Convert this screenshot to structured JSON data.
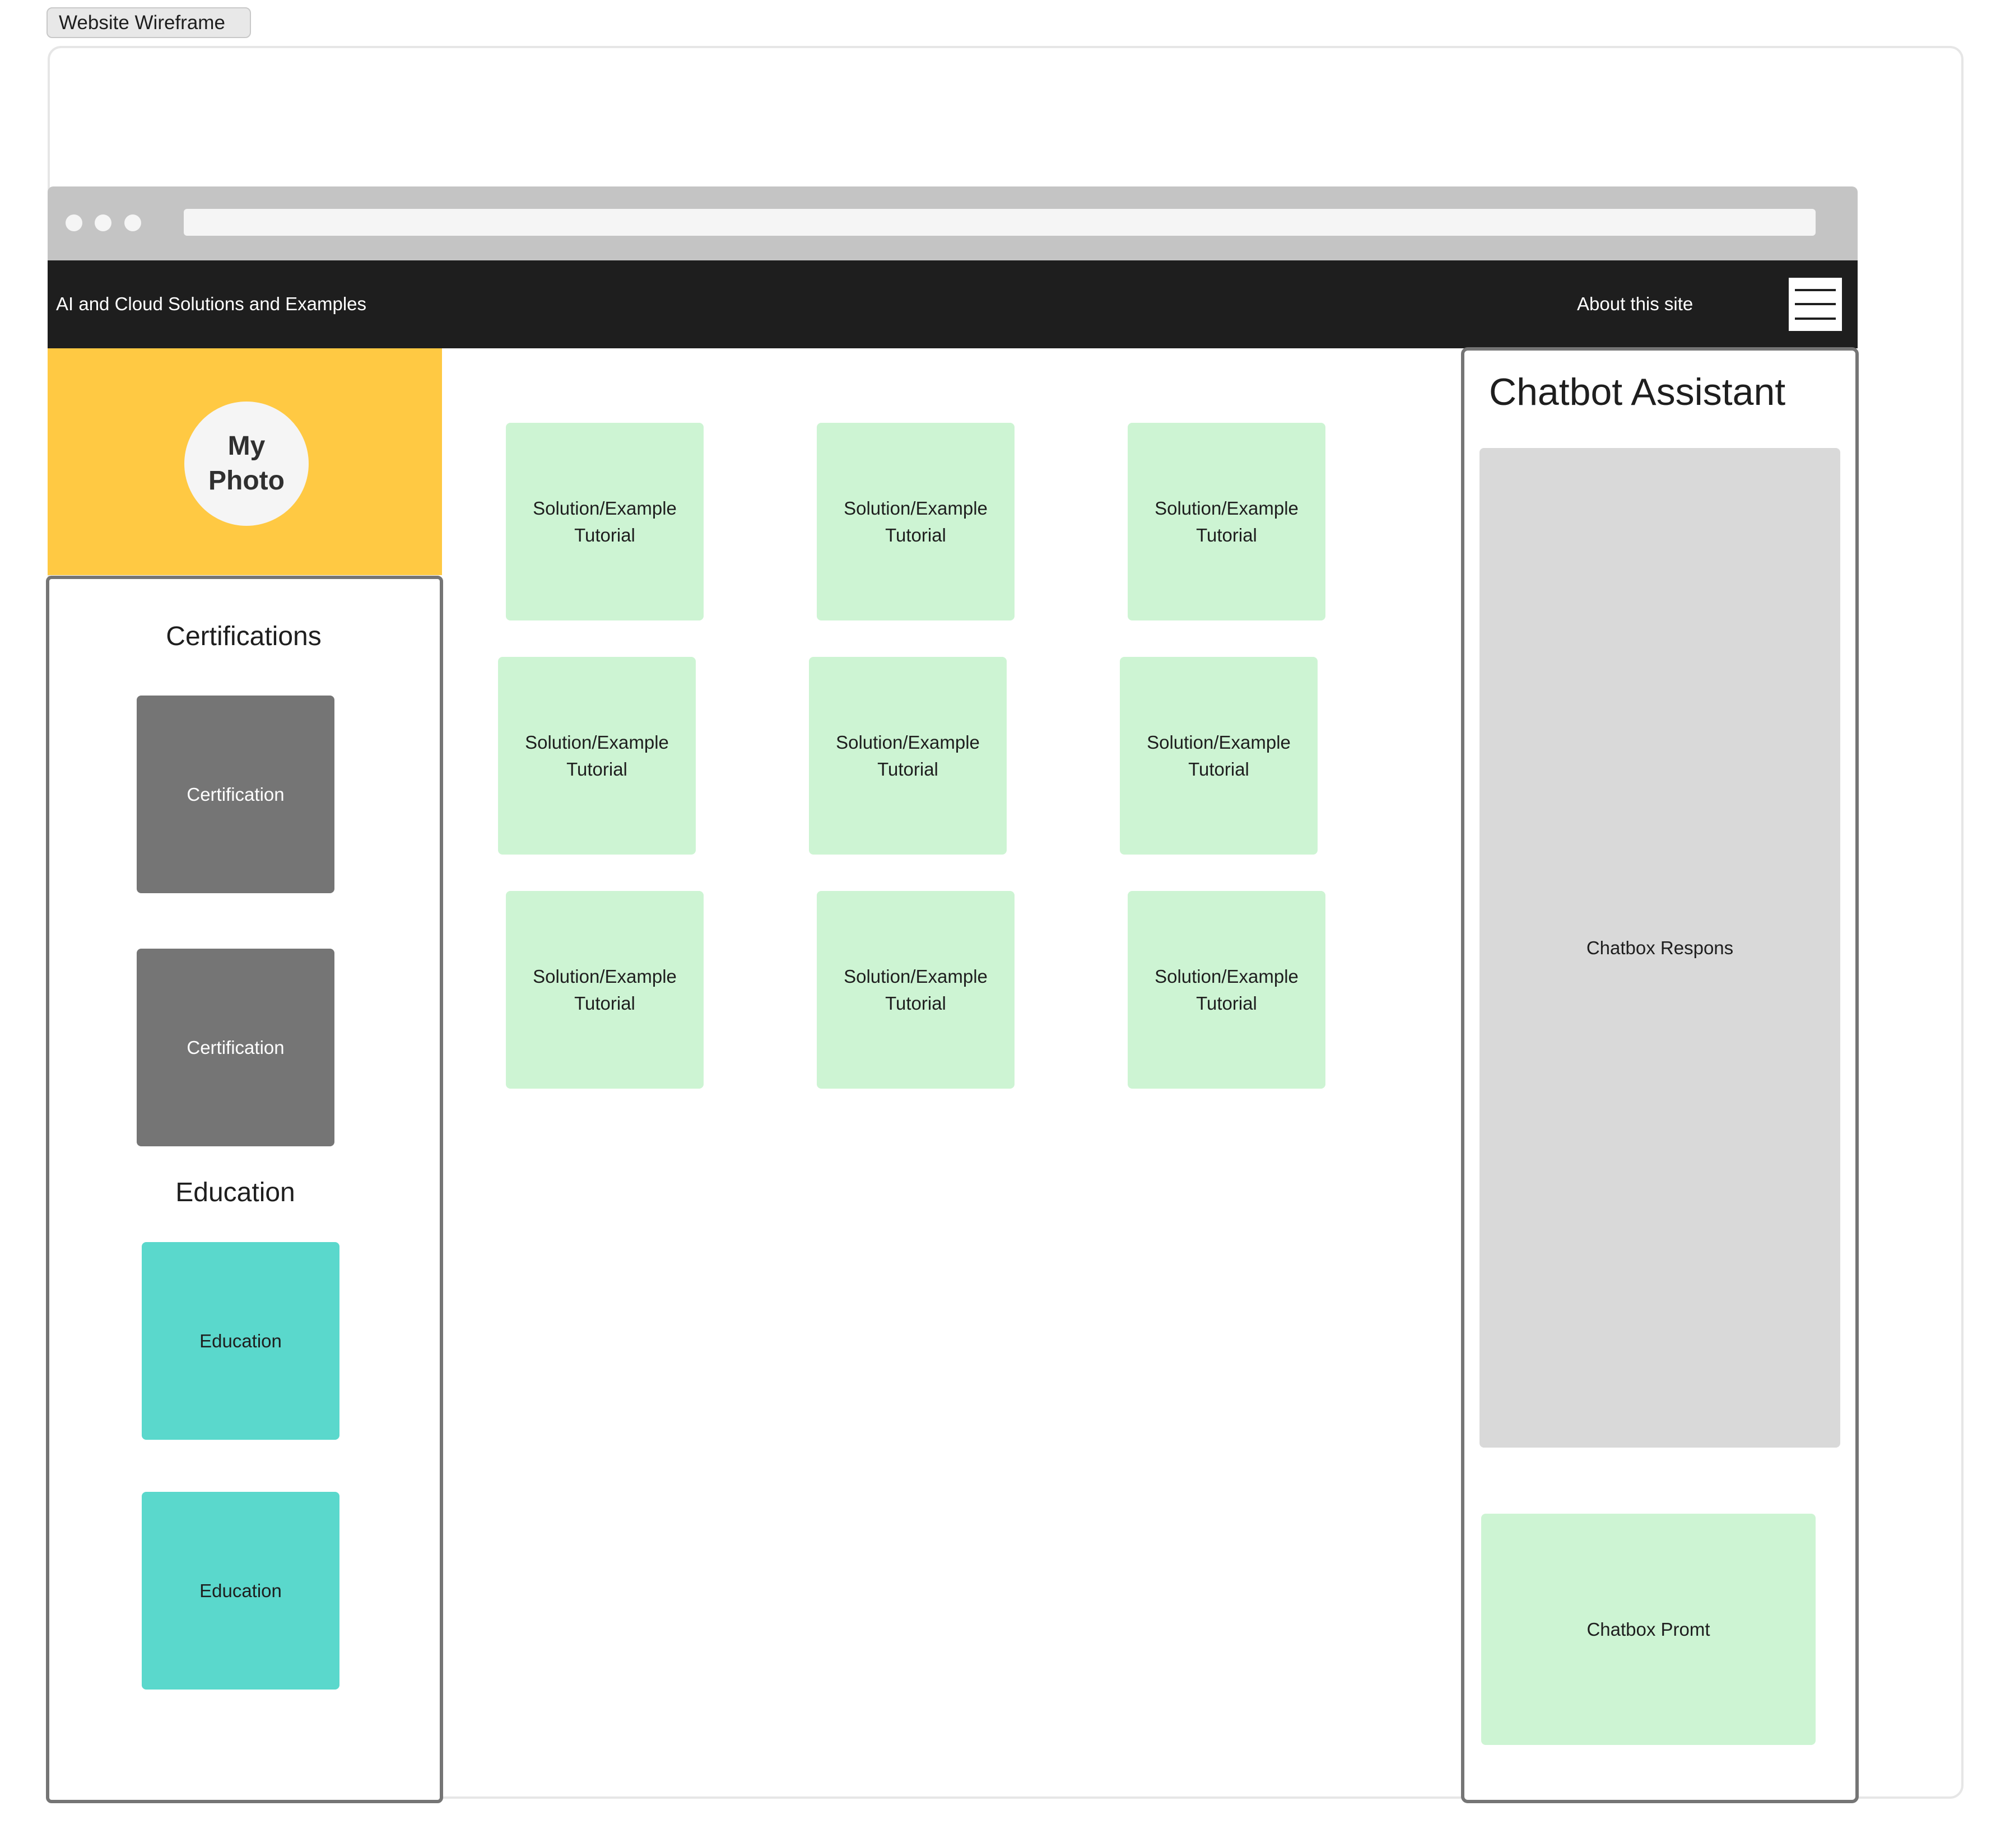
{
  "frame": {
    "label": "Website Wireframe"
  },
  "navbar": {
    "title": "AI and Cloud Solutions and Examples",
    "about": "About this site",
    "menu_icon": "hamburger-menu-icon"
  },
  "profile": {
    "photo_label": "My Photo"
  },
  "certifications": {
    "heading": "Certifications",
    "items": [
      "Certification",
      "Certification"
    ]
  },
  "education": {
    "heading": "Education",
    "items": [
      "Education",
      "Education"
    ]
  },
  "solutions": {
    "items": [
      "Solution/Example Tutorial",
      "Solution/Example Tutorial",
      "Solution/Example Tutorial",
      "Solution/Example Tutorial",
      "Solution/Example Tutorial",
      "Solution/Example Tutorial",
      "Solution/Example Tutorial",
      "Solution/Example Tutorial",
      "Solution/Example Tutorial"
    ]
  },
  "chatbot": {
    "title": "Chatbot Assistant",
    "response_label": "Chatbox Respons",
    "prompt_label": "Chatbox Promt"
  },
  "colors": {
    "navbar": "#1e1e1e",
    "profile": "#ffc943",
    "certification_tile": "#757575",
    "education_tile": "#5ad8cc",
    "solution_tile": "#cdf4d3",
    "chat_response": "#d9d9d9"
  }
}
